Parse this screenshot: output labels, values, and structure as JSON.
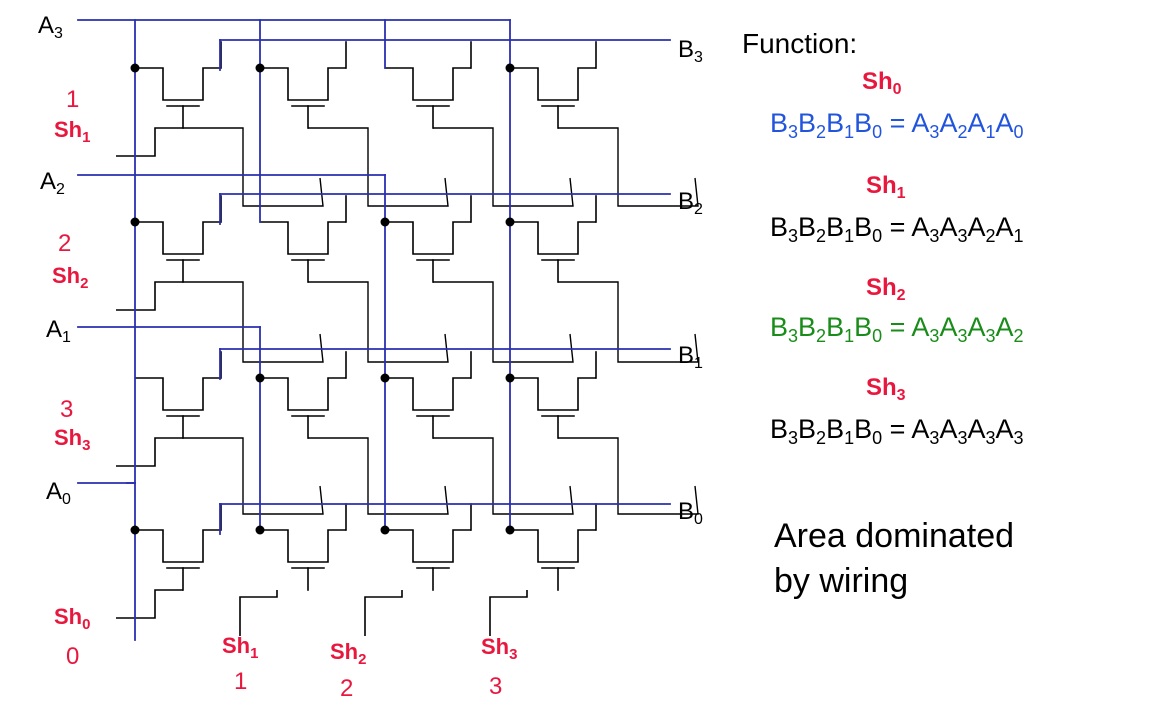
{
  "colors": {
    "wire": "#2a2fb0",
    "black": "#000000",
    "red": "#e8173e",
    "blue": "#2255dd",
    "green": "#1a8c1a"
  },
  "inputs": [
    {
      "base": "A",
      "sub": "3"
    },
    {
      "base": "A",
      "sub": "2"
    },
    {
      "base": "A",
      "sub": "1"
    },
    {
      "base": "A",
      "sub": "0"
    }
  ],
  "outputs": [
    {
      "base": "B",
      "sub": "3"
    },
    {
      "base": "B",
      "sub": "2"
    },
    {
      "base": "B",
      "sub": "1"
    },
    {
      "base": "B",
      "sub": "0"
    }
  ],
  "left_controls": [
    {
      "num": "1",
      "base": "Sh",
      "sub": "1"
    },
    {
      "num": "2",
      "base": "Sh",
      "sub": "2"
    },
    {
      "num": "3",
      "base": "Sh",
      "sub": "3"
    },
    {
      "num": "0",
      "base": "Sh",
      "sub": "0"
    }
  ],
  "bottom_controls": [
    {
      "base": "Sh",
      "sub": "1",
      "num": "1"
    },
    {
      "base": "Sh",
      "sub": "2",
      "num": "2"
    },
    {
      "base": "Sh",
      "sub": "3",
      "num": "3"
    }
  ],
  "function_title": "Function:",
  "functions": [
    {
      "head_base": "Sh",
      "head_sub": "0",
      "lhs": [
        "B",
        "3",
        "B",
        "2",
        "B",
        "1",
        "B",
        "0"
      ],
      "eq": " = ",
      "rhs": [
        "A",
        "3",
        "A",
        "2",
        "A",
        "1",
        "A",
        "0"
      ],
      "color": "#2255dd"
    },
    {
      "head_base": "Sh",
      "head_sub": "1",
      "lhs": [
        "B",
        "3",
        "B",
        "2",
        "B",
        "1",
        "B",
        "0"
      ],
      "eq": " = ",
      "rhs": [
        "A",
        "3",
        "A",
        "3",
        "A",
        "2",
        "A",
        "1"
      ],
      "color": "#000000"
    },
    {
      "head_base": "Sh",
      "head_sub": "2",
      "lhs": [
        "B",
        "3",
        "B",
        "2",
        "B",
        "1",
        "B",
        "0"
      ],
      "eq": " = ",
      "rhs": [
        "A",
        "3",
        "A",
        "3",
        "A",
        "3",
        "A",
        "2"
      ],
      "color": "#1a8c1a"
    },
    {
      "head_base": "Sh",
      "head_sub": "3",
      "lhs": [
        "B",
        "3",
        "B",
        "2",
        "B",
        "1",
        "B",
        "0"
      ],
      "eq": " = ",
      "rhs": [
        "A",
        "3",
        "A",
        "3",
        "A",
        "3",
        "A",
        "3"
      ],
      "color": "#000000"
    }
  ],
  "note_line1": "Area dominated",
  "note_line2": "by wiring"
}
